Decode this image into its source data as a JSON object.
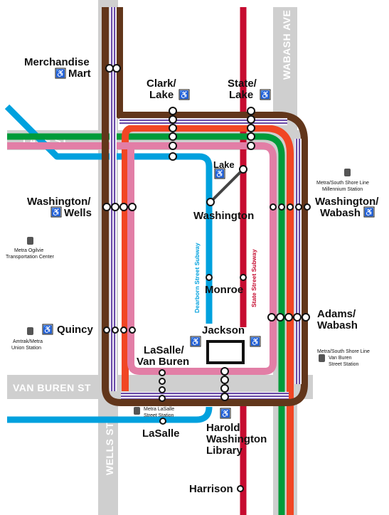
{
  "streets": {
    "lake": "LAKE ST",
    "van_buren": "VAN BUREN ST",
    "wells": "WELLS ST",
    "wabash": "WABASH AVE"
  },
  "subways": {
    "dearborn": "Dearborn Street Subway",
    "state": "State Street Subway"
  },
  "stations": {
    "merchandise_mart": [
      "Merchandise",
      "Mart"
    ],
    "clark_lake": [
      "Clark/",
      "Lake"
    ],
    "state_lake": [
      "State/",
      "Lake"
    ],
    "lake": "Lake",
    "washington": "Washington",
    "washington_wells": [
      "Washington/",
      "Wells"
    ],
    "washington_wabash": [
      "Washington/",
      "Wabash"
    ],
    "monroe": "Monroe",
    "jackson": "Jackson",
    "quincy": "Quincy",
    "lasalle_van_buren": [
      "LaSalle/",
      "Van Buren"
    ],
    "adams_wabash": [
      "Adams/",
      "Wabash"
    ],
    "lasalle": "LaSalle",
    "harold_washington_library": [
      "Harold",
      "Washington",
      "Library"
    ],
    "harrison": "Harrison"
  },
  "metra": {
    "millennium": [
      "Metra/South Shore Line",
      "Millennium Station"
    ],
    "ogilvie": [
      "Metra Ogilvie",
      "Transportation Center"
    ],
    "union": [
      "Amtrak/Metra",
      "Union Station"
    ],
    "van_buren": [
      "Metra/South Shore Line",
      "Van Buren",
      "Street Station"
    ],
    "lasalle": [
      "Metra LaSalle",
      "Street Station"
    ]
  },
  "accessibility_symbol": "♿",
  "colors": {
    "brown": "#62361b",
    "purple": "#6a4ba8",
    "pink": "#e27ea6",
    "orange": "#f14624",
    "green": "#009b3a",
    "blue": "#00a1de",
    "red": "#c60c30",
    "street": "#cfcfcf",
    "station": "#ffffff"
  }
}
